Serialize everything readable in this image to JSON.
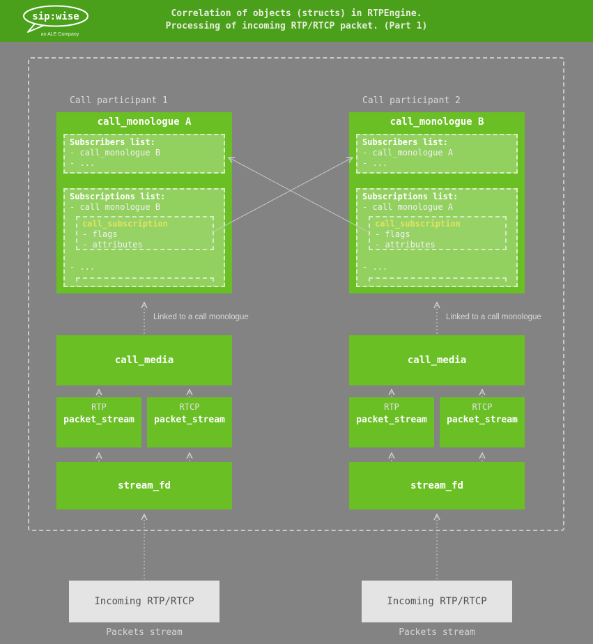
{
  "header": {
    "logo": {
      "text": "sip:wise",
      "subtext": "an ALE Company"
    },
    "title_line1": "Correlation of objects (structs) in RTPEngine.",
    "title_line2": "Processing of incoming RTP/RTCP packet. (Part 1)"
  },
  "colors": {
    "header_green": "#4aa01b",
    "box_green": "#6abf24",
    "background": "#838383",
    "accent_yellow": "#dfe45f",
    "incoming_gray": "#e4e4e4",
    "line_gray": "#cdcdcd"
  },
  "diagram": {
    "participants": [
      {
        "label": "Call participant 1",
        "monologue_title": "call_monologue A",
        "subscribers_title": "Subscribers list:",
        "subscribers_items": [
          "- call_monologue B",
          "- ..."
        ],
        "subscriptions_title": "Subscriptions list:",
        "subscriptions_item": "- call monologue B",
        "subscription_box_title": "call_subscription",
        "subscription_items": [
          "- flags",
          "- attributes"
        ],
        "subscriptions_more": "- ...",
        "linked_label": "Linked to a call monologue",
        "call_media_title": "call_media",
        "rtp_label": "RTP",
        "rtcp_label": "RTCP",
        "packet_stream_title": "packet_stream",
        "stream_fd_title": "stream_fd",
        "incoming_title": "Incoming RTP/RTCP",
        "packets_label": "Packets stream"
      },
      {
        "label": "Call participant 2",
        "monologue_title": "call_monologue B",
        "subscribers_title": "Subscribers list:",
        "subscribers_items": [
          "- call_monologue A",
          "- ..."
        ],
        "subscriptions_title": "Subscriptions list:",
        "subscriptions_item": "- call monologue A",
        "subscription_box_title": "call_subscription",
        "subscription_items": [
          "- flags",
          "- attributes"
        ],
        "subscriptions_more": "- ...",
        "linked_label": "Linked to a call monologue",
        "call_media_title": "call_media",
        "rtp_label": "RTP",
        "rtcp_label": "RTCP",
        "packet_stream_title": "packet_stream",
        "stream_fd_title": "stream_fd",
        "incoming_title": "Incoming RTP/RTCP",
        "packets_label": "Packets stream"
      }
    ]
  }
}
